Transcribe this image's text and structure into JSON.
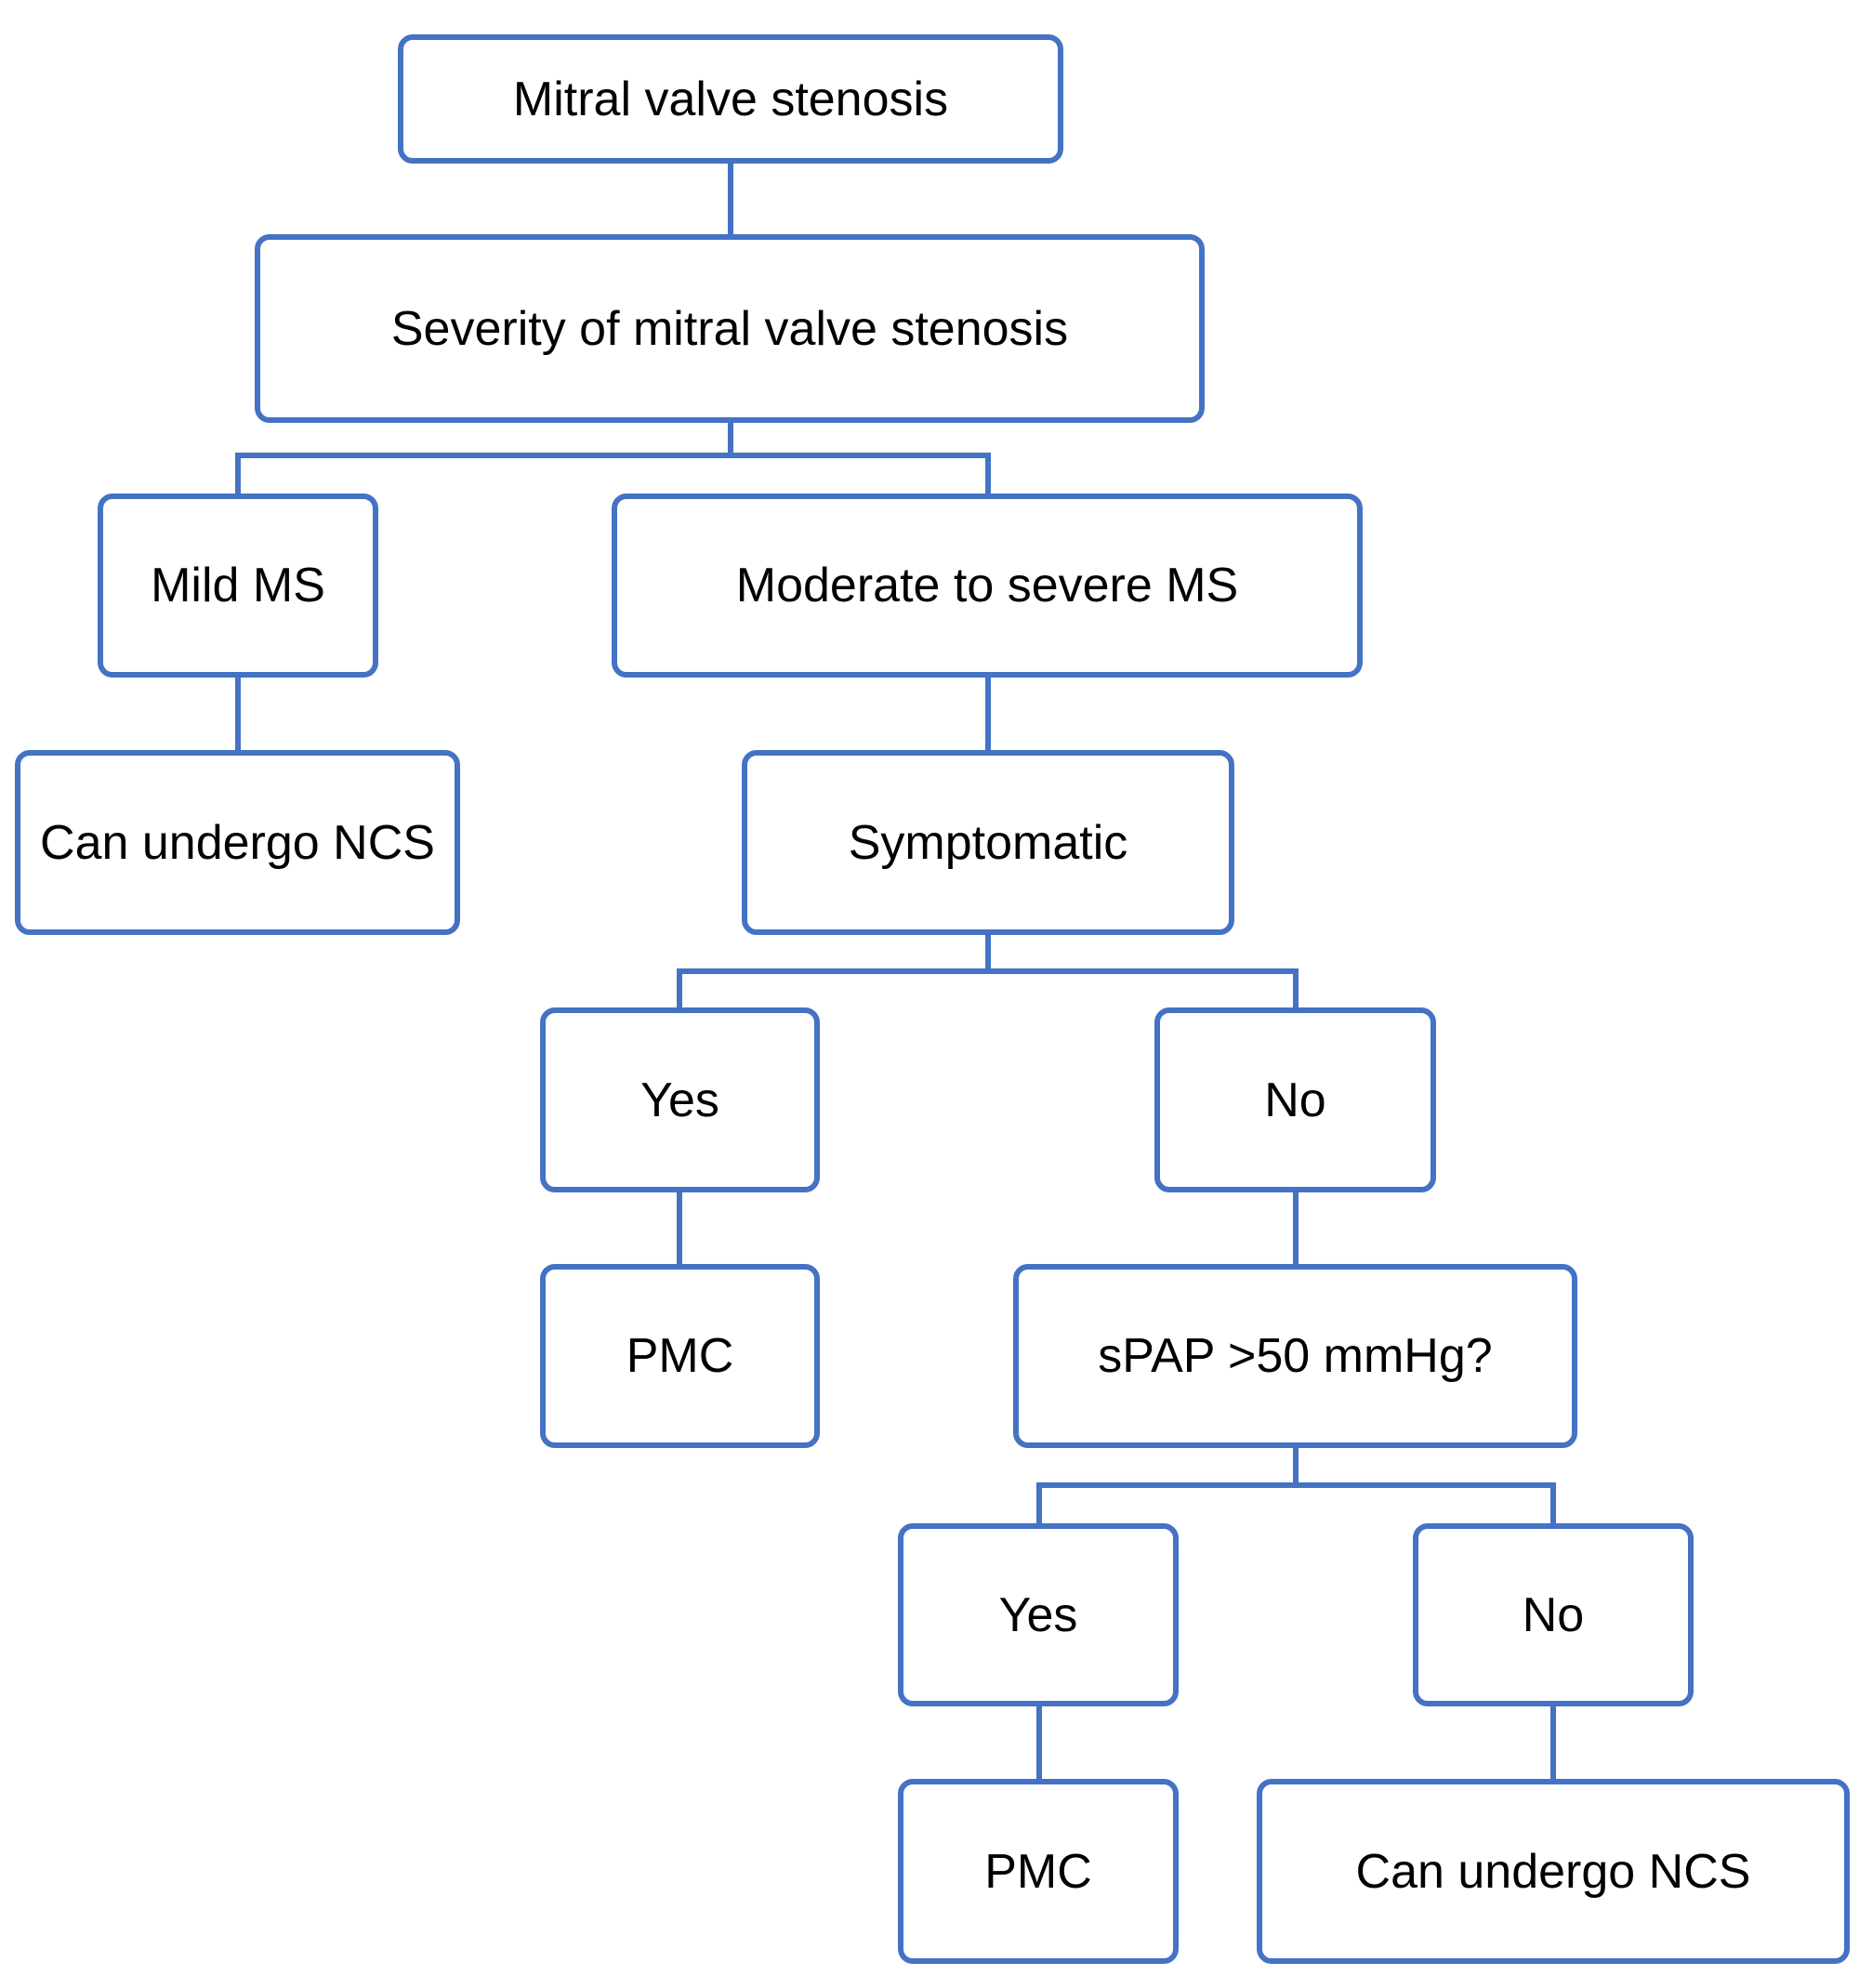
{
  "colors": {
    "border": "#4472C4",
    "text": "#000000",
    "background": "#ffffff"
  },
  "nodes": {
    "root": "Mitral valve stenosis",
    "severity": "Severity of mitral valve stenosis",
    "mild": "Mild MS",
    "moderate_severe": "Moderate to severe MS",
    "mild_outcome": "Can undergo NCS",
    "symptomatic": "Symptomatic",
    "symptomatic_yes": "Yes",
    "symptomatic_no": "No",
    "symptomatic_yes_outcome": "PMC",
    "spap": "sPAP >50 mmHg?",
    "spap_yes": "Yes",
    "spap_no": "No",
    "spap_yes_outcome": "PMC",
    "spap_no_outcome": "Can undergo NCS"
  }
}
